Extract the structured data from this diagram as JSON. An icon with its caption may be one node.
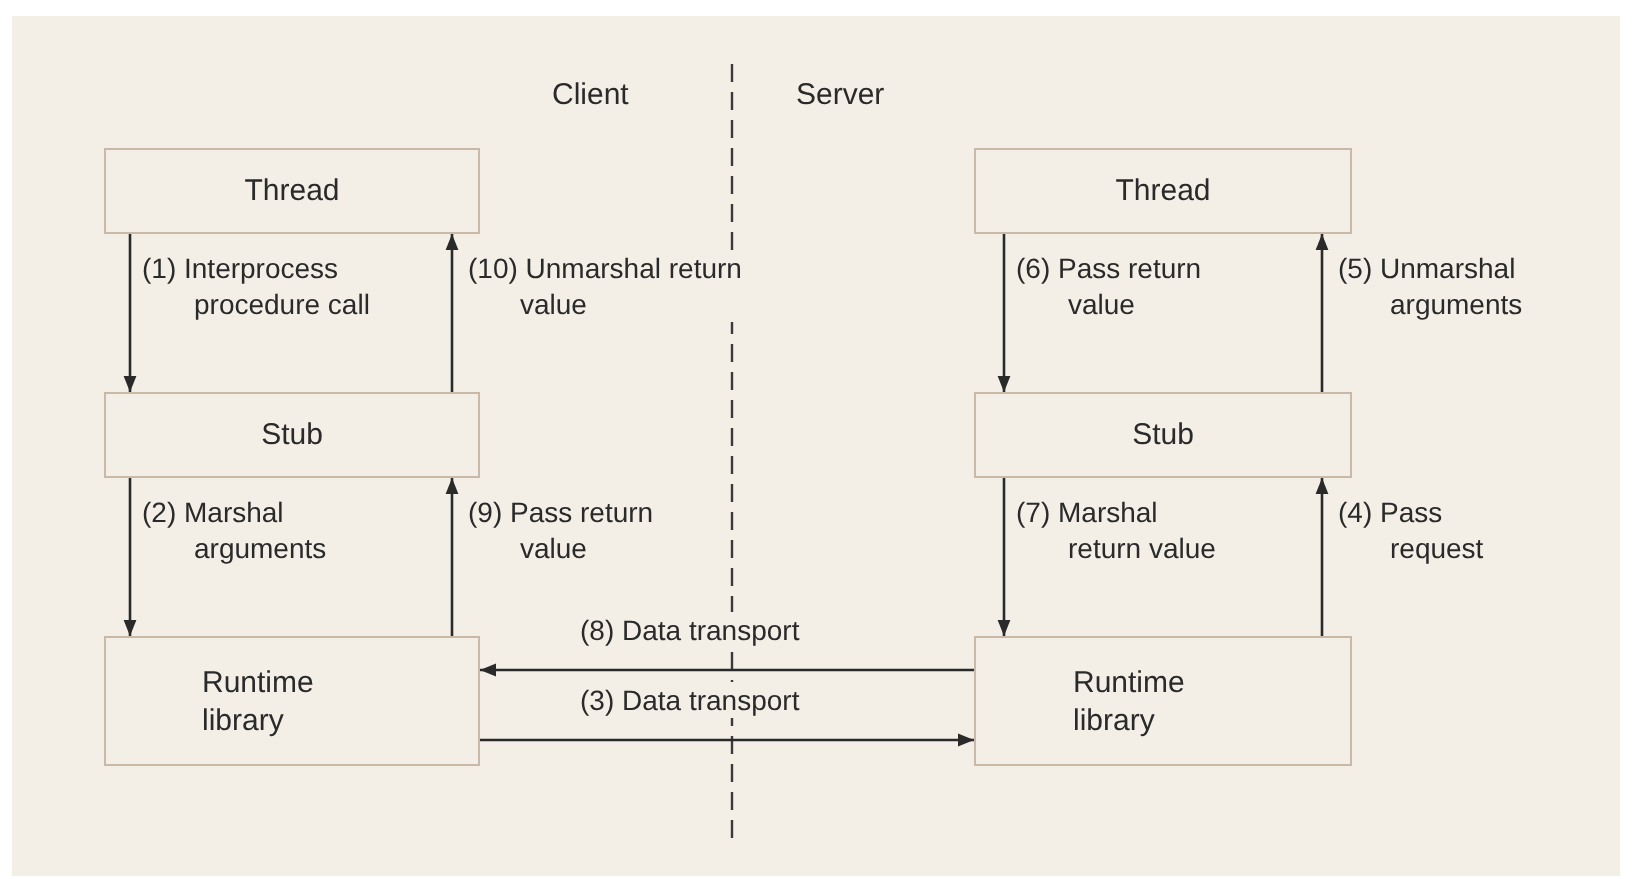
{
  "diagram": {
    "nodes": [
      {
        "text": [
          "Thread"
        ]
      },
      {
        "text": [
          "Stub"
        ]
      },
      {
        "text": [
          "Runtime library"
        ]
      },
      {
        "text": [
          "Thread"
        ]
      },
      {
        "text": [
          "Stub"
        ]
      },
      {
        "text": [
          "Runtime library"
        ]
      }
    ],
    "edges": [
      {
        "from": 0,
        "to": 1,
        "arrow": "to",
        "label": "(1) Interprocess procedure call"
      },
      {
        "from": 1,
        "to": 2,
        "arrow": "to",
        "label": "(2) Marshal arguments"
      },
      {
        "from": 2,
        "to": 5,
        "arrow": "to",
        "label": "(3) Data transport"
      },
      {
        "from": 5,
        "to": 4,
        "arrow": "to",
        "label": "(4) Pass request"
      },
      {
        "from": 4,
        "to": 3,
        "arrow": "to",
        "label": "(5) Unmarshal arguments"
      },
      {
        "from": 3,
        "to": 4,
        "arrow": "to",
        "label": "(6) Pass return value"
      },
      {
        "from": 4,
        "to": 5,
        "arrow": "to",
        "label": "(7) Marshal return value"
      },
      {
        "from": 5,
        "to": 2,
        "arrow": "to",
        "label": "(8) Data transport"
      },
      {
        "from": 2,
        "to": 1,
        "arrow": "to",
        "label": "(9) Pass return value"
      },
      {
        "from": 1,
        "to": 0,
        "arrow": "to",
        "label": "(10) Unmarshal return value"
      }
    ],
    "labels": [
      "Client",
      "Server"
    ]
  }
}
